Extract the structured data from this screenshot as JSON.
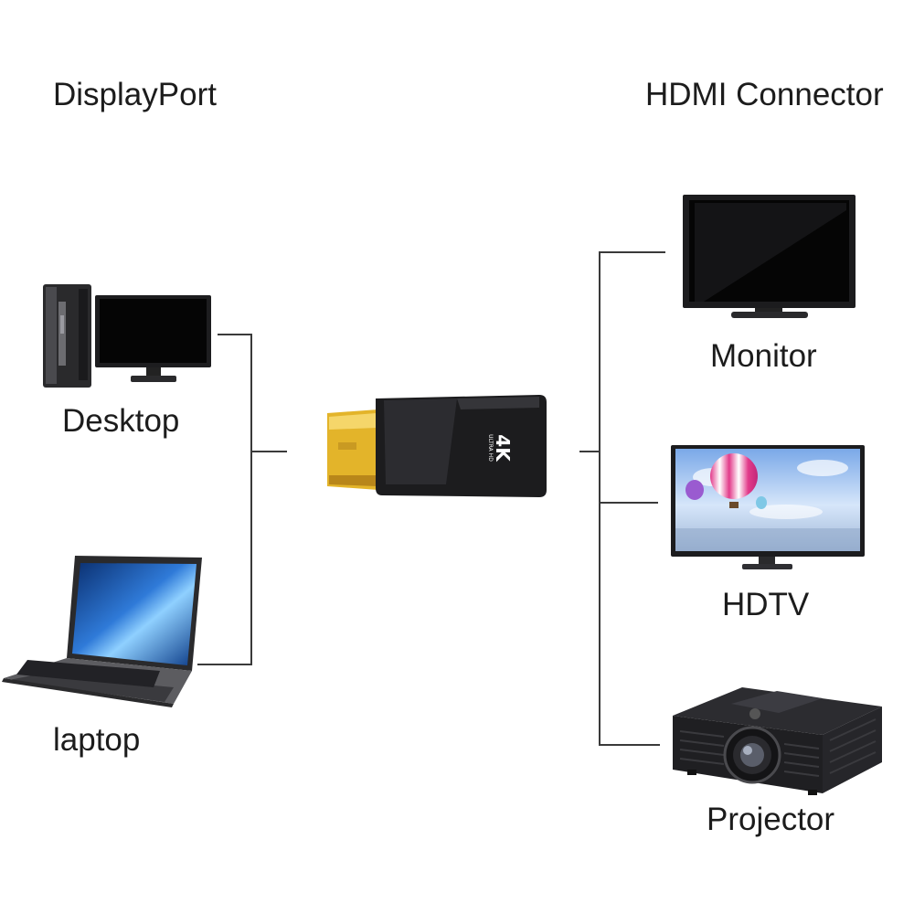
{
  "headings": {
    "source": "DisplayPort",
    "target": "HDMI Connector"
  },
  "sources": [
    {
      "label": "Desktop",
      "icon": "desktop-computer-icon"
    },
    {
      "label": "laptop",
      "icon": "laptop-icon"
    }
  ],
  "targets": [
    {
      "label": "Monitor",
      "icon": "monitor-icon"
    },
    {
      "label": "HDTV",
      "icon": "hdtv-icon"
    },
    {
      "label": "Projector",
      "icon": "projector-icon"
    }
  ],
  "adapter": {
    "badge": "4K",
    "badge_sub": "ULTRA HD",
    "icon": "displayport-to-hdmi-adapter-icon"
  },
  "colors": {
    "line": "#3a3a3a",
    "gold": "#e3b42a",
    "adapter_body": "#1c1c1e"
  }
}
